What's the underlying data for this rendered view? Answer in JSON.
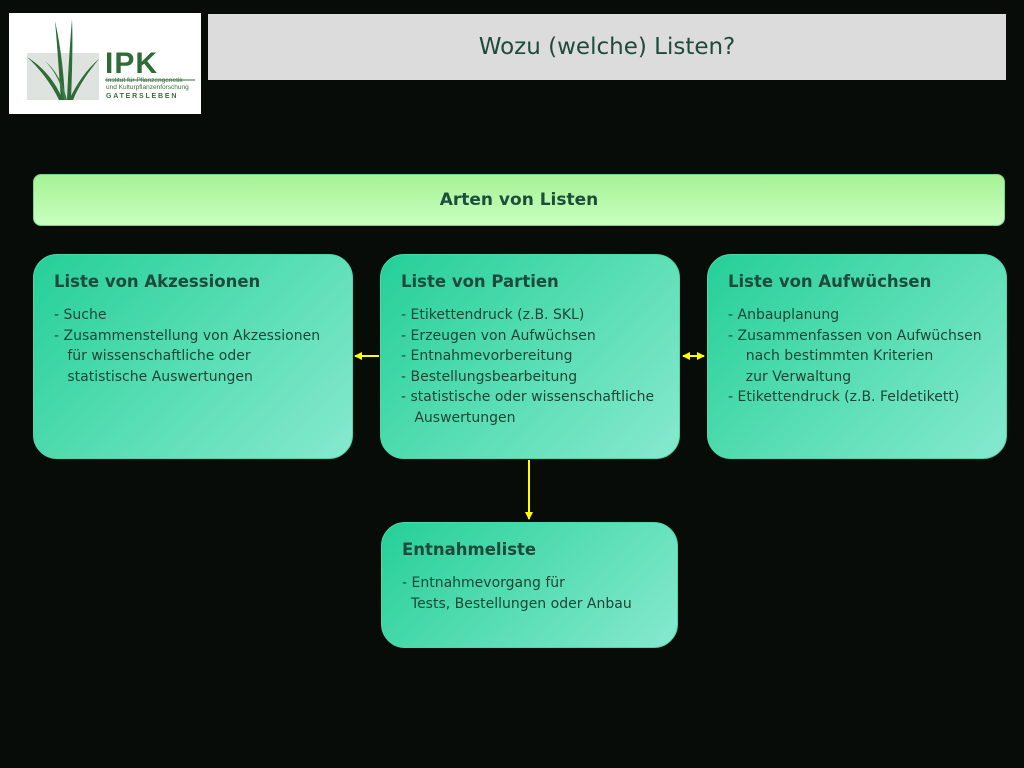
{
  "logo": {
    "name": "IPK",
    "line1": "Institut für Pflanzengenetik",
    "line2": "und Kulturpflanzenforschung",
    "line3": "GATERSLEBEN"
  },
  "title": "Wozu (welche) Listen?",
  "banner": "Arten von Listen",
  "boxes": [
    {
      "title": "Liste von Akzessionen",
      "lines": "- Suche\n- Zusammenstellung von Akzessionen\n   für wissenschaftliche oder\n   statistische Auswertungen"
    },
    {
      "title": "Liste von Partien",
      "lines": "- Etikettendruck (z.B. SKL)\n- Erzeugen von Aufwüchsen\n- Entnahmevorbereitung\n- Bestellungsbearbeitung\n- statistische oder wissenschaftliche\n   Auswertungen"
    },
    {
      "title": "Liste von Aufwüchsen",
      "lines": "- Anbauplanung\n- Zusammenfassen von Aufwüchsen\n    nach bestimmten Kriterien\n    zur Verwaltung\n- Etikettendruck (z.B. Feldetikett)"
    },
    {
      "title": "Entnahmeliste",
      "lines": "- Entnahmevorgang für\n  Tests, Bestellungen oder Anbau"
    }
  ],
  "colors": {
    "background": "#080c08",
    "title_bar": "#dcdcdc",
    "banner": "#b4f7a8",
    "box": "#3fd6a4",
    "arrow": "#ffff00",
    "text": "#1f4a3a"
  }
}
